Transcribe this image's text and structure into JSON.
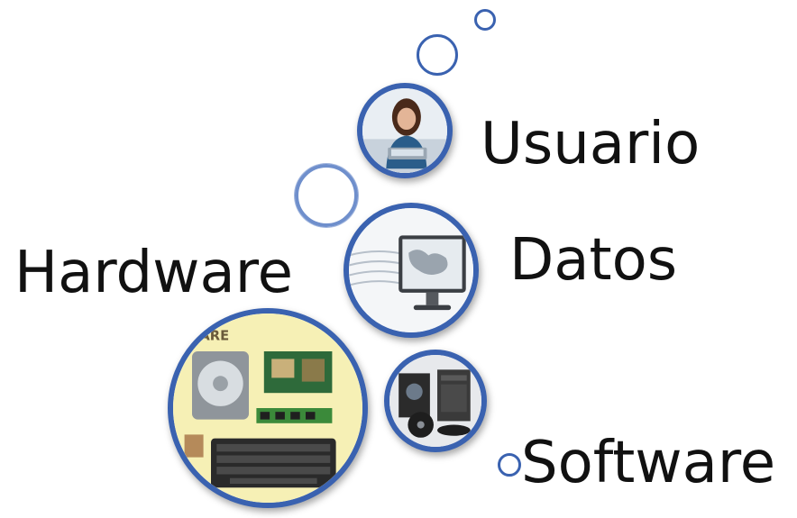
{
  "labels": {
    "usuario": "Usuario",
    "datos": "Datos",
    "hardware": "Hardware",
    "software": "Software"
  },
  "hardware_image_text": "ARE",
  "colors": {
    "ring_blue": "#3a62b0",
    "ring_light": "#6f8fcc",
    "text": "#111111",
    "background": "#ffffff"
  },
  "icons": {
    "usuario": "woman-at-laptop-photo",
    "datos": "computer-monitor-photo",
    "hardware": "pc-components-photo",
    "software": "software-box-photo"
  }
}
